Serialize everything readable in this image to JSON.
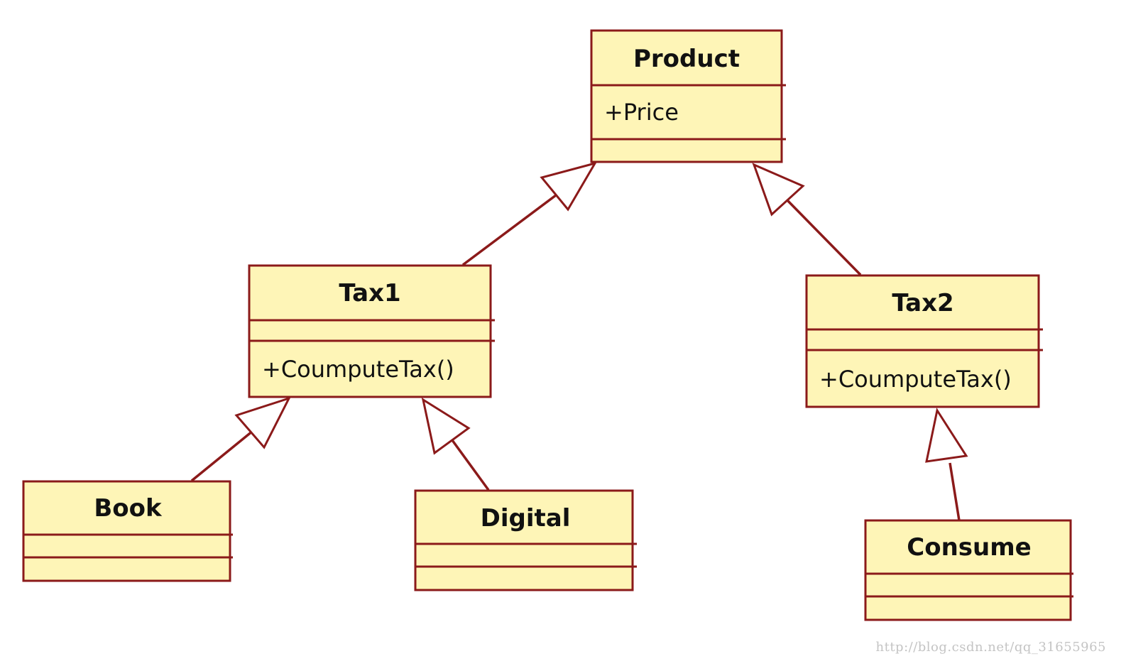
{
  "classes": {
    "product": {
      "name": "Product",
      "attributes": [
        "+Price"
      ],
      "methods": []
    },
    "tax1": {
      "name": "Tax1",
      "attributes": [],
      "methods": [
        "+CoumputeTax()"
      ]
    },
    "tax2": {
      "name": "Tax2",
      "attributes": [],
      "methods": [
        "+CoumputeTax()"
      ]
    },
    "book": {
      "name": "Book",
      "attributes": [],
      "methods": []
    },
    "digital": {
      "name": "Digital",
      "attributes": [],
      "methods": []
    },
    "consume": {
      "name": "Consume",
      "attributes": [],
      "methods": []
    }
  },
  "relations": [
    {
      "type": "inheritance",
      "from": "tax1",
      "to": "product"
    },
    {
      "type": "inheritance",
      "from": "tax2",
      "to": "product"
    },
    {
      "type": "inheritance",
      "from": "book",
      "to": "tax1"
    },
    {
      "type": "inheritance",
      "from": "digital",
      "to": "tax1"
    },
    {
      "type": "inheritance",
      "from": "consume",
      "to": "tax2"
    }
  ],
  "watermark": "http://blog.csdn.net/qq_31655965",
  "colors": {
    "class_fill": "#fef5b7",
    "class_stroke": "#8b1a1a",
    "text": "#111111",
    "watermark": "#c4c4c4"
  }
}
